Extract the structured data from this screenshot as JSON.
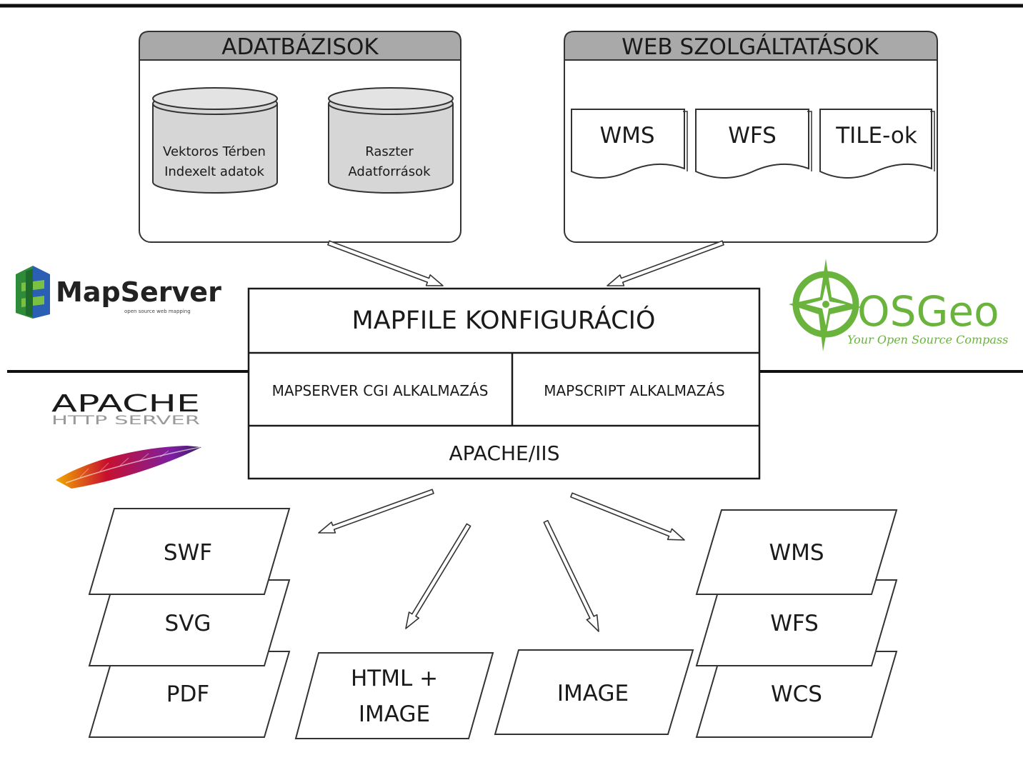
{
  "panels": {
    "databases": {
      "title": "ADATBÁZISOK",
      "vector_line1": "Vektoros Térben",
      "vector_line2": "Indexelt adatok",
      "raster_line1": "Raszter",
      "raster_line2": "Adatforrások"
    },
    "web_services": {
      "title": "WEB SZOLGÁLTATÁSOK",
      "docs": [
        "WMS",
        "WFS",
        "TILE-ok"
      ]
    }
  },
  "logos": {
    "mapserver": {
      "name": "MapServer",
      "tagline": "open source web mapping",
      "colors": [
        "#2e8b3a",
        "#2b5fb4",
        "#7ac143"
      ]
    },
    "osgeo": {
      "name": "OSGeo",
      "tagline": "Your Open Source Compass",
      "color": "#6ab43e"
    },
    "apache": {
      "name": "APACHE",
      "subtitle": "HTTP SERVER",
      "feather_colors": [
        "#c8102e",
        "#7b1fa2",
        "#f2a900"
      ]
    }
  },
  "core": {
    "mapfile": "MAPFILE KONFIGURÁCIÓ",
    "cgi": "MAPSERVER CGI ALKALMAZÁS",
    "mapscript": "MAPSCRIPT ALKALMAZÁS",
    "server": "APACHE/IIS"
  },
  "outputs": {
    "left_stack": [
      "SWF",
      "SVG",
      "PDF"
    ],
    "html_image_line1": "HTML +",
    "html_image_line2": "IMAGE",
    "image": "IMAGE",
    "right_stack": [
      "WMS",
      "WFS",
      "WCS"
    ]
  },
  "colors": {
    "header_fill": "#a9a9a9",
    "cylinder_fill": "#d6d6d6",
    "line": "#2a2a2a",
    "separator": "#111111"
  }
}
